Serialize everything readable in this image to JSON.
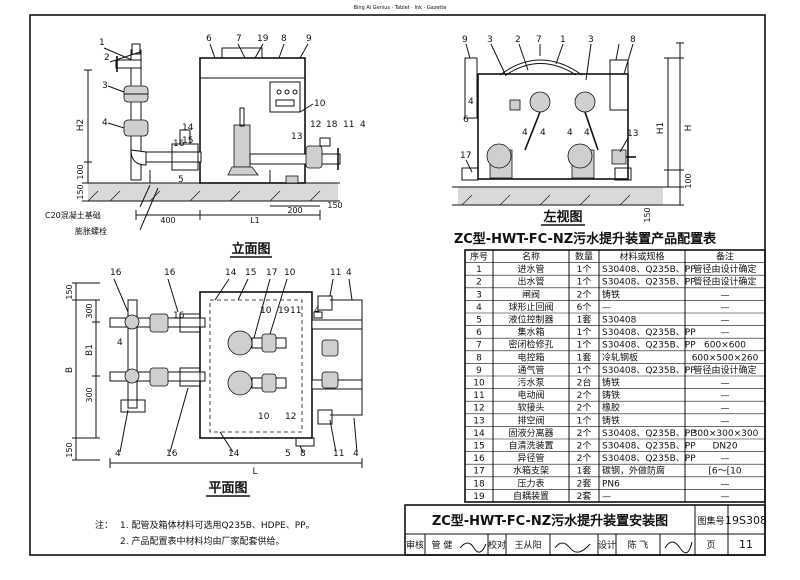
{
  "header_text": "Bing Ai Genius · Tablet · Ink · Gazette",
  "front_view": {
    "title": "立面图",
    "concrete_label": "C20混凝土基础",
    "bolt_label": "膨胀螺栓",
    "dims": {
      "h2": "H2",
      "d100": "100",
      "d150": "150",
      "d400": "400",
      "l1": "L1",
      "d200": "200",
      "d150b": "150"
    },
    "callouts": [
      "1",
      "2",
      "3",
      "4",
      "6",
      "7",
      "19",
      "8",
      "9",
      "10",
      "14",
      "15",
      "16",
      "12",
      "18",
      "11",
      "4",
      "13",
      "5"
    ]
  },
  "side_view": {
    "title": "左视图",
    "dims": {
      "h1": "H1",
      "h": "H",
      "d100": "100",
      "d150": "150"
    },
    "callouts": [
      "9",
      "3",
      "2",
      "7",
      "1",
      "3",
      "8",
      "4",
      "6",
      "4",
      "4",
      "4",
      "4",
      "13",
      "17"
    ]
  },
  "plan_view": {
    "title": "平面图",
    "dims": {
      "d150t": "150",
      "d300a": "300",
      "d300b": "300",
      "b1": "B1",
      "b": "B",
      "d150b": "150",
      "l": "L"
    },
    "callouts": [
      "16",
      "14",
      "15",
      "17",
      "10",
      "11",
      "4",
      "16",
      "10",
      "11",
      "4",
      "19",
      "16",
      "4",
      "10",
      "12",
      "16",
      "14",
      "5",
      "8",
      "11",
      "4",
      "4"
    ]
  },
  "table": {
    "title": "ZC型-HWT-FC-NZ污水提升装置产品配置表",
    "headers": [
      "序号",
      "名称",
      "数量",
      "材料或规格",
      "备注"
    ],
    "rows": [
      [
        "1",
        "进水管",
        "1个",
        "S30408、Q235B、PP",
        "管径由设计确定"
      ],
      [
        "2",
        "出水管",
        "1个",
        "S30408、Q235B、PP",
        "管径由设计确定"
      ],
      [
        "3",
        "闸阀",
        "2个",
        "铸铁",
        "—"
      ],
      [
        "4",
        "球形止回阀",
        "6个",
        "—",
        "—"
      ],
      [
        "5",
        "液位控制器",
        "1套",
        "S30408",
        "—"
      ],
      [
        "6",
        "集水箱",
        "1个",
        "S30408、Q235B、PP",
        "—"
      ],
      [
        "7",
        "密闭检修孔",
        "1个",
        "S30408、Q235B、PP",
        "600×600"
      ],
      [
        "8",
        "电控箱",
        "1套",
        "冷轧钢板",
        "600×500×260"
      ],
      [
        "9",
        "通气管",
        "1个",
        "S30408、Q235B、PP",
        "管径由设计确定"
      ],
      [
        "10",
        "污水泵",
        "2台",
        "铸铁",
        "—"
      ],
      [
        "11",
        "电动阀",
        "2个",
        "铸铁",
        "—"
      ],
      [
        "12",
        "软接头",
        "2个",
        "橡胶",
        "—"
      ],
      [
        "13",
        "排空阀",
        "1个",
        "铸铁",
        "—"
      ],
      [
        "14",
        "固液分离器",
        "2个",
        "S30408、Q235B、PP",
        "300×300×300"
      ],
      [
        "15",
        "自清洗装置",
        "2个",
        "S30408、Q235B、PP",
        "DN20"
      ],
      [
        "16",
        "异径管",
        "2个",
        "S30408、Q235B、PP",
        "—"
      ],
      [
        "17",
        "水箱支架",
        "1套",
        "碳钢，外做防腐",
        "[6～[10"
      ],
      [
        "18",
        "压力表",
        "2套",
        "PN6",
        "—"
      ],
      [
        "19",
        "自耦装置",
        "2套",
        "—",
        "—"
      ]
    ]
  },
  "title_block": {
    "title": "ZC型-HWT-FC-NZ污水提升装置安装图",
    "set_label": "图集号",
    "set_no": "19S308",
    "review_label": "审核",
    "reviewer": "管  健",
    "check_label": "校对",
    "checker": "王从阳",
    "design_label": "设计",
    "designer": "陈  飞",
    "page_label": "页",
    "page_no": "11"
  },
  "notes": {
    "lead": "注：",
    "items": [
      "1. 配管及箱体材料可选用Q235B、HDPE、PP。",
      "2. 产品配置表中材料均由厂家配套供给。"
    ]
  }
}
